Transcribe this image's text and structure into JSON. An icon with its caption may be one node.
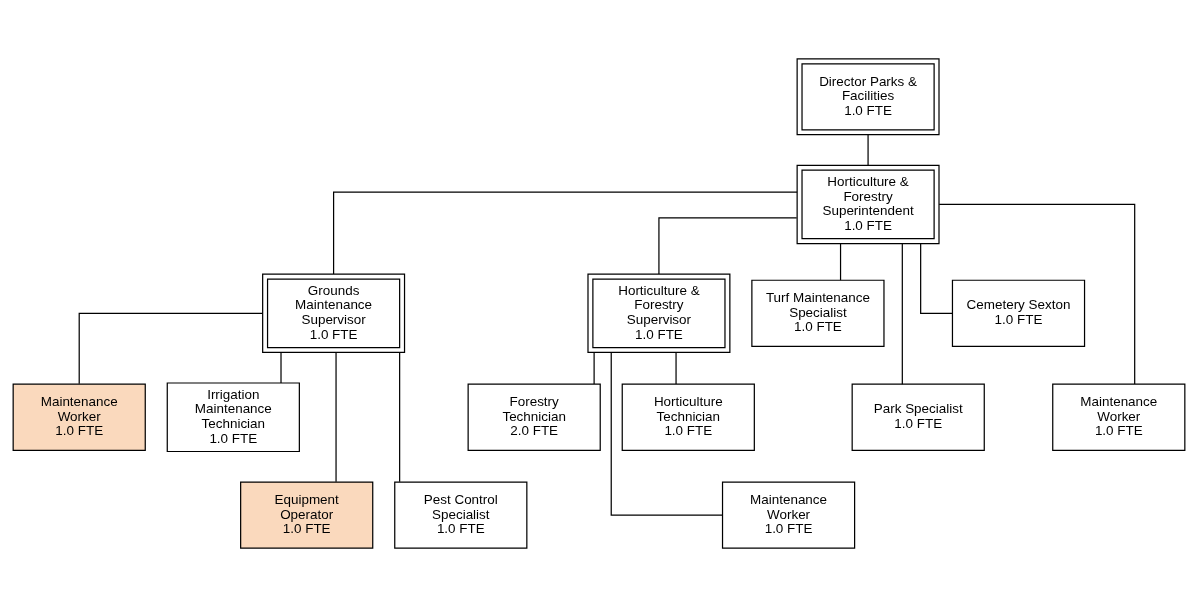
{
  "diagram": {
    "nodes": [
      {
        "text": [
          "Director Parks & Facilities",
          "1.0 FTE"
        ]
      },
      {
        "text": [
          "Horticulture & Forestry Superintendent",
          "1.0 FTE"
        ]
      },
      {
        "text": [
          "Grounds Maintenance Supervisor",
          "1.0 FTE"
        ]
      },
      {
        "text": [
          "Maintenance Worker",
          "1.0 FTE"
        ]
      },
      {
        "text": [
          "Irrigation Maintenance Technician",
          "1.0 FTE"
        ]
      },
      {
        "text": [
          "Equipment Operator",
          "1.0 FTE"
        ]
      },
      {
        "text": [
          "Pest Control Specialist",
          "1.0 FTE"
        ]
      },
      {
        "text": [
          "Horticulture & Forestry Supervisor",
          "1.0 FTE"
        ]
      },
      {
        "text": [
          "Forestry Technician",
          "2.0 FTE"
        ]
      },
      {
        "text": [
          "Horticulture Technician",
          "1.0 FTE"
        ]
      },
      {
        "text": [
          "Maintenance Worker",
          "1.0 FTE"
        ]
      },
      {
        "text": [
          "Turf Maintenance Specialist",
          "1.0 FTE"
        ]
      },
      {
        "text": [
          "Park Specialist",
          "1.0 FTE"
        ]
      },
      {
        "text": [
          "Cemetery Sexton",
          "1.0 FTE"
        ]
      },
      {
        "text": [
          "Maintenance Worker",
          "1.0 FTE"
        ]
      }
    ],
    "edges": [
      {
        "from": 0,
        "to": 1,
        "arrow": "none"
      },
      {
        "from": 1,
        "to": 2,
        "arrow": "none"
      },
      {
        "from": 1,
        "to": 7,
        "arrow": "none"
      },
      {
        "from": 1,
        "to": 11,
        "arrow": "none"
      },
      {
        "from": 1,
        "to": 12,
        "arrow": "none"
      },
      {
        "from": 1,
        "to": 13,
        "arrow": "none"
      },
      {
        "from": 1,
        "to": 14,
        "arrow": "none"
      },
      {
        "from": 2,
        "to": 3,
        "arrow": "none"
      },
      {
        "from": 2,
        "to": 4,
        "arrow": "none"
      },
      {
        "from": 2,
        "to": 5,
        "arrow": "none"
      },
      {
        "from": 2,
        "to": 6,
        "arrow": "none"
      },
      {
        "from": 7,
        "to": 8,
        "arrow": "none"
      },
      {
        "from": 7,
        "to": 9,
        "arrow": "none"
      },
      {
        "from": 7,
        "to": 10,
        "arrow": "none"
      }
    ]
  }
}
